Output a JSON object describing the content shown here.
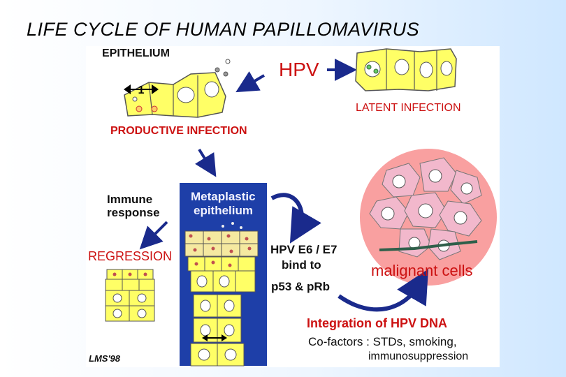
{
  "slide": {
    "title": "LIFE CYCLE OF HUMAN PAPILLOMAVIRUS"
  },
  "diagram": {
    "labels": {
      "epithelium": "EPITHELIUM",
      "hpv": "HPV",
      "latent_infection": "LATENT INFECTION",
      "productive_infection": "PRODUCTIVE INFECTION",
      "immune_response_line1": "Immune",
      "immune_response_line2": "response",
      "metaplastic_line1": "Metaplastic",
      "metaplastic_line2": "epithelium",
      "regression": "REGRESSION",
      "e6e7_line1": "HPV E6 / E7",
      "e6e7_line2": "bind to",
      "e6e7_line3": "p53 & pRb",
      "malignant_cells": "malignant cells",
      "integration": "Integration of HPV DNA",
      "cofactors_line1": "Co-factors :  STDs,  smoking,",
      "cofactors_line2": "immunosuppression",
      "signature": "LMS'98"
    },
    "colors": {
      "cell_yellow": "#ffff66",
      "cell_border": "#555555",
      "metaplastic_bg": "#1e3fa8",
      "malignant_bg": "#f9a0a0",
      "malignant_cell": "#f2b8cc",
      "arrow_blue": "#1a2a8c",
      "label_red": "#cc1111"
    }
  }
}
